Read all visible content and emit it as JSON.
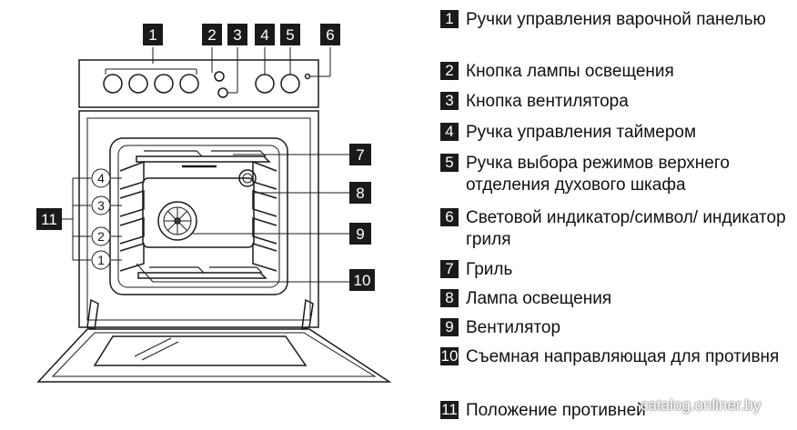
{
  "callouts": [
    "1",
    "2",
    "3",
    "4",
    "5",
    "6",
    "7",
    "8",
    "9",
    "10",
    "11"
  ],
  "shelf_positions": [
    "1",
    "2",
    "3",
    "4"
  ],
  "legend": [
    {
      "num": "1",
      "text": "Ручки управления варочной панелью"
    },
    {
      "num": "2",
      "text": "Кнопка лампы освещения"
    },
    {
      "num": "3",
      "text": "Кнопка вентилятора"
    },
    {
      "num": "4",
      "text": "Ручка управления таймером"
    },
    {
      "num": "5",
      "text": "Ручка выбора режимов верхнего отделения духового шкафа"
    },
    {
      "num": "6",
      "text": "Световой индикатор/символ/ индикатор гриля"
    },
    {
      "num": "7",
      "text": "Гриль"
    },
    {
      "num": "8",
      "text": "Лампа освещения"
    },
    {
      "num": "9",
      "text": "Вентилятор"
    },
    {
      "num": "10",
      "text": "Съемная направляющая для противня"
    },
    {
      "num": "11",
      "text": "Положение противней"
    }
  ],
  "watermark": "catalog.onliner.by"
}
